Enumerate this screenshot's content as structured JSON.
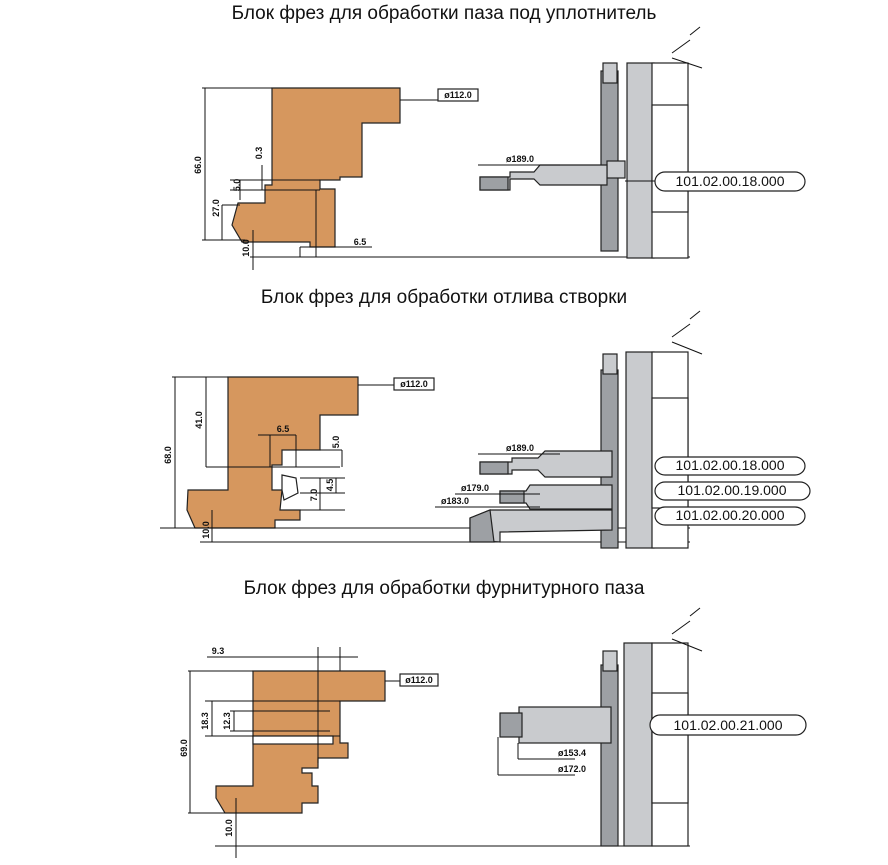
{
  "sections": [
    {
      "title": "Блок фрез для обработки паза под уплотнитель",
      "dims": {
        "d_small": "ø112.0",
        "d_cutter": "ø189.0",
        "h_total": "66.0",
        "v1": "0.3",
        "v2": "5.0",
        "v3": "27.0",
        "v4": "10.0",
        "h1": "6.5"
      },
      "codes": [
        "101.02.00.18.000"
      ]
    },
    {
      "title": "Блок фрез для обработки отлива створки",
      "dims": {
        "d_small": "ø112.0",
        "d_cutter1": "ø189.0",
        "d_cutter2": "ø179.0",
        "d_cutter3": "ø183.0",
        "h_total": "68.0",
        "v1": "41.0",
        "v2": "5.0",
        "v3": "4.5",
        "v4": "7.0",
        "v5": "10.0",
        "h1": "6.5"
      },
      "codes": [
        "101.02.00.18.000",
        "101.02.00.19.000",
        "101.02.00.20.000"
      ]
    },
    {
      "title": "Блок фрез для обработки фурнитурного паза",
      "dims": {
        "d_small": "ø112.0",
        "d_cutter1": "ø153.4",
        "d_cutter2": "ø172.0",
        "h_total": "69.0",
        "v1": "18.3",
        "v2": "12.3",
        "v3": "10.0",
        "h1": "9.3"
      },
      "codes": [
        "101.02.00.21.000"
      ]
    }
  ],
  "colors": {
    "part": "#D6975E",
    "steel": "#C9CBCE",
    "steel_dark": "#9DA0A4"
  }
}
